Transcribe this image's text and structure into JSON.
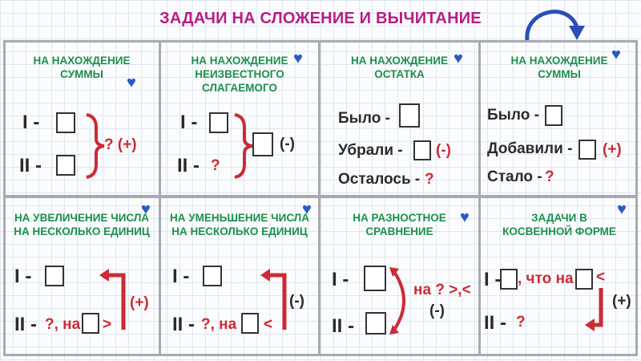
{
  "title": "ЗАДАЧИ НА СЛОЖЕНИЕ И ВЫЧИТАНИЕ",
  "colors": {
    "title": "#b51e86",
    "header": "#1e8f4d",
    "red": "#cc2a35",
    "heart": "#2e57c6",
    "grid": "#a7abb0"
  },
  "icons": {
    "heart": "heart-icon",
    "curved_arrow": "curved-arrow-icon"
  },
  "cells": [
    {
      "header": [
        "НА НАХОЖДЕНИЕ",
        "СУММЫ"
      ],
      "l1": "I -",
      "l2": "II -",
      "op": "? (+)"
    },
    {
      "header": [
        "НА НАХОЖДЕНИЕ",
        "НЕИЗВЕСТНОГО СЛАГАЕМОГО"
      ],
      "l1": "I -",
      "l2": "II -",
      "q": "?",
      "op": "(-)"
    },
    {
      "header": [
        "НА НАХОЖДЕНИЕ",
        "ОСТАТКА"
      ],
      "l1": "Было -",
      "l2": "Убрали -",
      "op2": "(-)",
      "l3": "Осталось -",
      "q": "?"
    },
    {
      "header": [
        "НА НАХОЖДЕНИЕ",
        "СУММЫ"
      ],
      "l1": "Было -",
      "l2": "Добавили -",
      "op2": "(+)",
      "l3": "Стало -",
      "q": "?"
    },
    {
      "header": [
        "НА УВЕЛИЧЕНИЕ ЧИСЛА",
        "НА НЕСКОЛЬКО ЕДИНИЦ"
      ],
      "l1": "I -",
      "l2": "II -",
      "l2b": "?, на",
      "cmp": ">",
      "op": "(+)"
    },
    {
      "header": [
        "НА УМЕНЬШЕНИЕ ЧИСЛА",
        "НА НЕСКОЛЬКО ЕДИНИЦ"
      ],
      "l1": "I -",
      "l2": "II -",
      "l2b": "?, на",
      "cmp": "<",
      "op": "(-)"
    },
    {
      "header": [
        "НА РАЗНОСТНОЕ",
        "СРАВНЕНИЕ"
      ],
      "l1": "I -",
      "l2": "II -",
      "note": "на ? >,<",
      "op": "(-)"
    },
    {
      "header": [
        "ЗАДАЧИ В",
        "КОСВЕННОЙ ФОРМЕ"
      ],
      "l1": "I -",
      "l1b": ", что на",
      "cmp": "<",
      "l2": "II -",
      "q": "?",
      "op": "(+)"
    }
  ]
}
